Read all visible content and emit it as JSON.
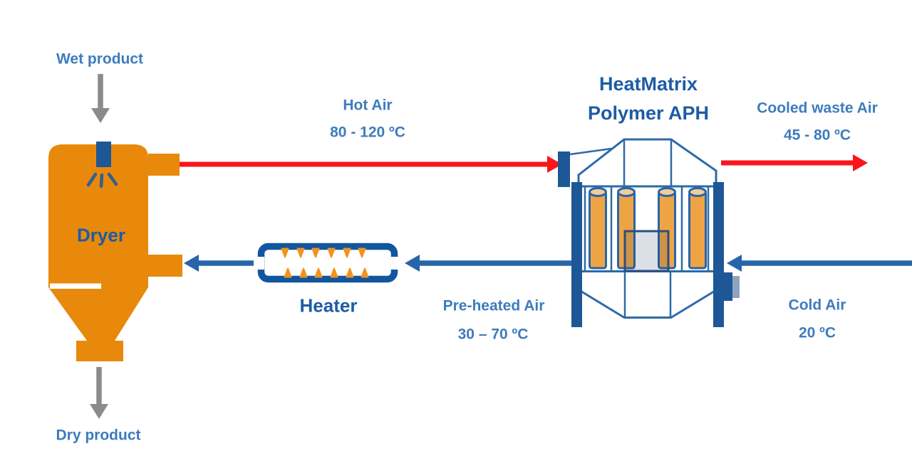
{
  "diagram_title": "HeatMatrix Polymer APH dryer heat-recovery scheme",
  "colors": {
    "orange": "#E8890B",
    "tube_orange": "#EFA444",
    "tube_cap": "#F2CD98",
    "flame_orange": "#F0931F",
    "line_blue": "#2765AB",
    "structure_blue": "#2E6AA6",
    "dark_fill_blue": "#1D5796",
    "heater_blue": "#11569E",
    "title_blue": "#1E5CA4",
    "label_blue": "#3D7CBD",
    "overlap_fill": "rgba(31,60,99,0.16)",
    "inlet_box_light": "#8FA3BF",
    "red": "#F8151C",
    "gray": "#8B8B8B"
  },
  "icons": {
    "spray_nozzle": "spray-nozzle-icon",
    "flame": "flame-icon",
    "arrow_down": "arrow-down-icon",
    "arrow_right": "arrow-right-icon",
    "arrow_left": "arrow-left-icon"
  },
  "equipment": {
    "dryer": "Dryer",
    "heater": "Heater",
    "aph_title_line1": "HeatMatrix",
    "aph_title_line2": "Polymer APH"
  },
  "streams": {
    "wet_product": "Wet product",
    "dry_product": "Dry product",
    "hot_air": {
      "name": "Hot Air",
      "temp": "80 - 120 ºC"
    },
    "cooled_waste_air": {
      "name": "Cooled waste Air",
      "temp": "45 - 80 ºC"
    },
    "pre_heated_air": {
      "name": "Pre-heated Air",
      "temp": "30 – 70 ºC"
    },
    "cold_air": {
      "name": "Cold Air",
      "temp": "20 ºC"
    }
  }
}
